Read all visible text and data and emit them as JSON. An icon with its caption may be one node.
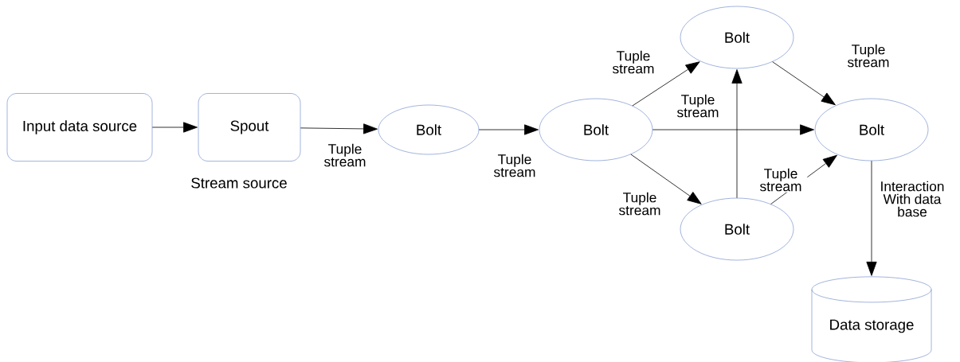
{
  "diagram": {
    "nodes": [
      {
        "text": [
          "Input data source"
        ]
      },
      {
        "text": [
          "Spout"
        ],
        "beside": [
          "Stream source"
        ]
      },
      {
        "text": [
          "Bolt"
        ]
      },
      {
        "text": [
          "Bolt"
        ]
      },
      {
        "text": [
          "Bolt"
        ]
      },
      {
        "text": [
          "Bolt"
        ]
      },
      {
        "text": [
          "Bolt"
        ]
      },
      {
        "text": [
          "Data storage"
        ]
      }
    ],
    "edges": [
      {
        "from": 0,
        "to": 1,
        "arrow": "to"
      },
      {
        "from": 1,
        "to": 2,
        "arrow": "to",
        "label": "Tuple stream"
      },
      {
        "from": 2,
        "to": 3,
        "arrow": "to",
        "label": "Tuple stream"
      },
      {
        "from": 3,
        "to": 4,
        "arrow": "to",
        "label": "Tuple stream"
      },
      {
        "from": 3,
        "to": 5,
        "arrow": "to",
        "label": "Tuple stream"
      },
      {
        "from": 3,
        "to": 6,
        "arrow": "to",
        "label": "Tuple stream"
      },
      {
        "from": 6,
        "to": 4,
        "arrow": "to"
      },
      {
        "from": 6,
        "to": 5,
        "arrow": "to",
        "label": "Tuple stream"
      },
      {
        "from": 4,
        "to": 5,
        "arrow": "to",
        "label": "Tuple stream"
      },
      {
        "from": 5,
        "to": 7,
        "arrow": "to",
        "label": "Interaction With data base"
      }
    ]
  }
}
